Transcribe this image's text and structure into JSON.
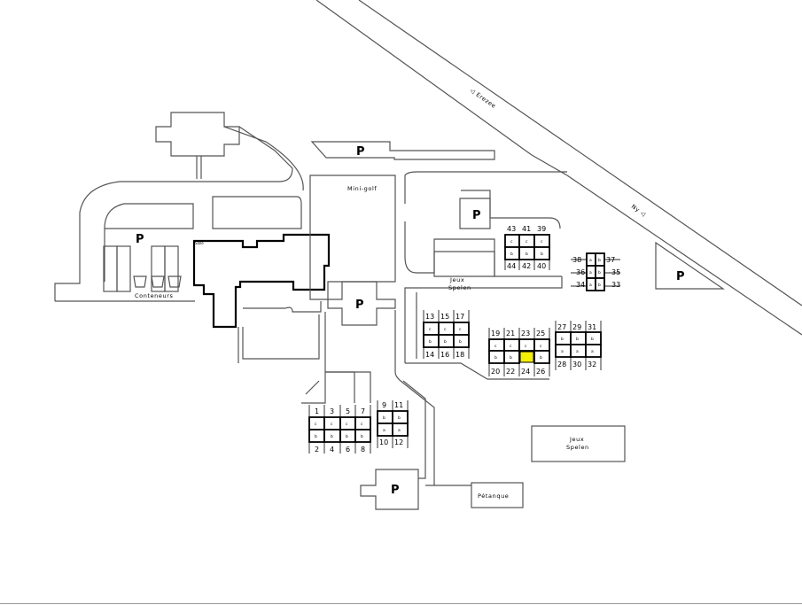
{
  "map_labels": {
    "parking": "P",
    "minigolf": "Mini-golf",
    "salle": "Salle",
    "conteneurs": "Conteneurs",
    "jeux": "Jeux",
    "spelen": "Spelen",
    "petanque": "Pétanque",
    "erezee": "◁ Erezee",
    "ny": "Ny ◁"
  },
  "grid_a": {
    "top": [
      "43",
      "41",
      "39"
    ],
    "mid1": [
      "c",
      "c",
      "c"
    ],
    "mid2": [
      "b",
      "b",
      "b"
    ],
    "bottom": [
      "44",
      "42",
      "40"
    ]
  },
  "grid_b": {
    "rows": [
      [
        "38",
        "a",
        "b",
        "37"
      ],
      [
        "36",
        "a",
        "b",
        "35"
      ],
      [
        "34",
        "a",
        "b",
        "33"
      ]
    ]
  },
  "grid_c": {
    "top": [
      "13",
      "15",
      "17"
    ],
    "mid1": [
      "c",
      "c",
      "c"
    ],
    "mid2": [
      "b",
      "b",
      "b"
    ],
    "bottom": [
      "14",
      "16",
      "18"
    ]
  },
  "grid_d": {
    "top": [
      "19",
      "21",
      "23",
      "25"
    ],
    "mid1": [
      "c",
      "c",
      "c",
      "c"
    ],
    "mid2": [
      "b",
      "b",
      "",
      "b"
    ],
    "bottom": [
      "20",
      "22",
      "24",
      "26"
    ]
  },
  "grid_e": {
    "top": [
      "27",
      "29",
      "31"
    ],
    "mid1": [
      "b",
      "b",
      "b"
    ],
    "mid2": [
      "a",
      "a",
      "a"
    ],
    "bottom": [
      "28",
      "30",
      "32"
    ]
  },
  "grid_f": {
    "top": [
      "1",
      "3",
      "5",
      "7"
    ],
    "mid1": [
      "c",
      "c",
      "c",
      "c"
    ],
    "mid2": [
      "b",
      "b",
      "b",
      "b"
    ],
    "bottom": [
      "2",
      "4",
      "6",
      "8"
    ]
  },
  "grid_g": {
    "top": [
      "9",
      "11"
    ],
    "mid1": [
      "b",
      "b"
    ],
    "mid2": [
      "a",
      "a"
    ],
    "bottom": [
      "10",
      "12"
    ]
  },
  "highlight_color": "#f5f000"
}
